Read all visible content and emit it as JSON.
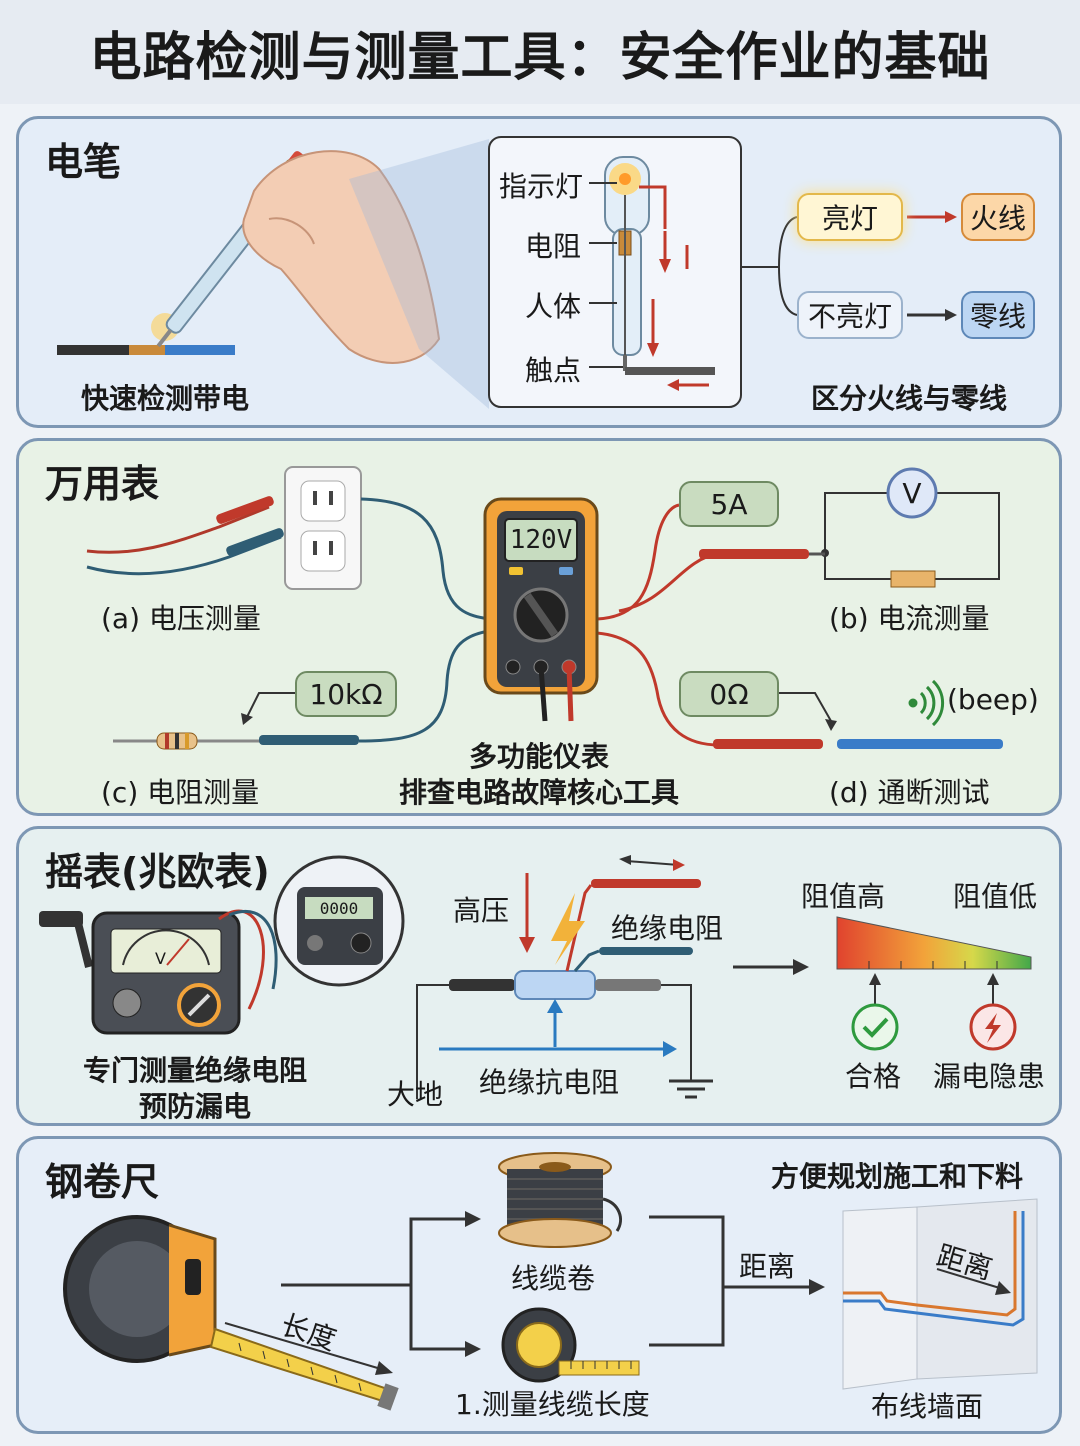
{
  "title": "电路检测与测量工具：安全作业的基础",
  "pen": {
    "title": "电笔",
    "caption_left": "快速检测带电",
    "caption_right": "区分火线与零线",
    "parts": [
      "指示灯",
      "电阻",
      "人体",
      "触点"
    ],
    "lit": "亮灯",
    "live": "火线",
    "unlit": "不亮灯",
    "neutral": "零线"
  },
  "meter": {
    "title": "万用表",
    "display": "120V",
    "voltage": "(a) 电压测量",
    "current": "(b) 电流测量",
    "resistance": "(c) 电阻测量",
    "continuity": "(d) 通断测试",
    "current_value": "5A",
    "resistance_value": "10kΩ",
    "continuity_value": "0Ω",
    "beep": "(beep)",
    "volt_symbol": "V",
    "center_caption_1": "多功能仪表",
    "center_caption_2": "排查电路故障核心工具"
  },
  "megger": {
    "title": "摇表(兆欧表)",
    "caption_1": "专门测量绝缘电阻",
    "caption_2": "预防漏电",
    "high_voltage": "高压",
    "insulation_resistance": "绝缘电阻",
    "ground": "大地",
    "insulation_to_ground": "绝缘抗电阻",
    "high_resistance": "阻值高",
    "low_resistance": "阻值低",
    "pass": "合格",
    "leak": "漏电隐患",
    "digital_display": "0000",
    "dial_symbol": "V"
  },
  "tape": {
    "title": "钢卷尺",
    "caption_top": "方便规划施工和下料",
    "length": "长度",
    "cable_roll": "线缆卷",
    "measure_cable": "1.测量线缆长度",
    "distance": "距离",
    "wall_distance": "距离",
    "wall": "布线墙面"
  },
  "colors": {
    "live": "#f5b562",
    "neutral": "#a9c8ee",
    "lit_glow": "#ffe9a0",
    "value_box": "#c9dcc0",
    "red_lead": "#c0392b",
    "blue_lead": "#2f5d74"
  }
}
